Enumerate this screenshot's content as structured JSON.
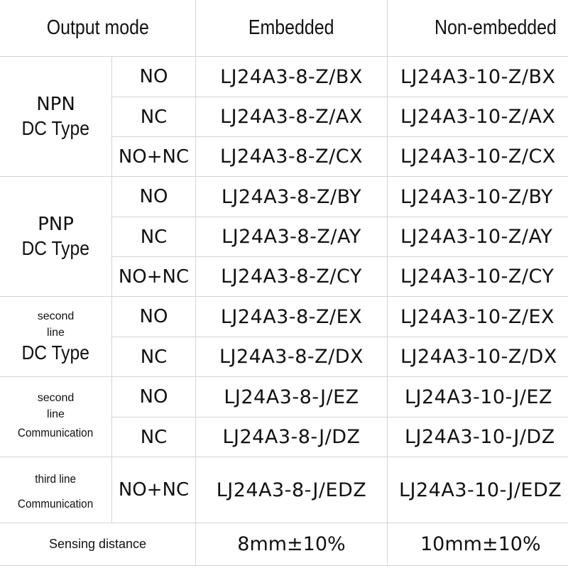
{
  "header": {
    "output_mode": "Output mode",
    "embedded": "Embedded",
    "non_embedded": "Non-embedded"
  },
  "groups": [
    {
      "title": "NPN",
      "subtitle": "DC Type"
    },
    {
      "title": "PNP",
      "subtitle": "DC Type"
    },
    {
      "title_line1": "second",
      "title_line2": "line",
      "subtitle": "DC Type"
    },
    {
      "title_line1": "second",
      "title_line2": "line",
      "subtitle": "Communication"
    },
    {
      "title": "third line",
      "subtitle": "Communication"
    }
  ],
  "rows": [
    {
      "mode": "NO",
      "embedded": "LJ24A3-8-Z/BX",
      "non_embedded": "LJ24A3-10-Z/BX"
    },
    {
      "mode": "NC",
      "embedded": "LJ24A3-8-Z/AX",
      "non_embedded": "LJ24A3-10-Z/AX"
    },
    {
      "mode": "NO+NC",
      "embedded": "LJ24A3-8-Z/CX",
      "non_embedded": "LJ24A3-10-Z/CX"
    },
    {
      "mode": "NO",
      "embedded": "LJ24A3-8-Z/BY",
      "non_embedded": "LJ24A3-10-Z/BY"
    },
    {
      "mode": "NC",
      "embedded": "LJ24A3-8-Z/AY",
      "non_embedded": "LJ24A3-10-Z/AY"
    },
    {
      "mode": "NO+NC",
      "embedded": "LJ24A3-8-Z/CY",
      "non_embedded": "LJ24A3-10-Z/CY"
    },
    {
      "mode": "NO",
      "embedded": "LJ24A3-8-Z/EX",
      "non_embedded": "LJ24A3-10-Z/EX"
    },
    {
      "mode": "NC",
      "embedded": "LJ24A3-8-Z/DX",
      "non_embedded": "LJ24A3-10-Z/DX"
    },
    {
      "mode": "NO",
      "embedded": "LJ24A3-8-J/EZ",
      "non_embedded": "LJ24A3-10-J/EZ"
    },
    {
      "mode": "NC",
      "embedded": "LJ24A3-8-J/DZ",
      "non_embedded": "LJ24A3-10-J/DZ"
    },
    {
      "mode": "NO+NC",
      "embedded": "LJ24A3-8-J/EDZ",
      "non_embedded": "LJ24A3-10-J/EDZ"
    }
  ],
  "footer": {
    "label": "Sensing distance",
    "embedded": "8mm±10%",
    "non_embedded": "10mm±10%"
  },
  "colors": {
    "grid_line": "#cfd6df",
    "text": "#111111",
    "background": "#ffffff"
  }
}
